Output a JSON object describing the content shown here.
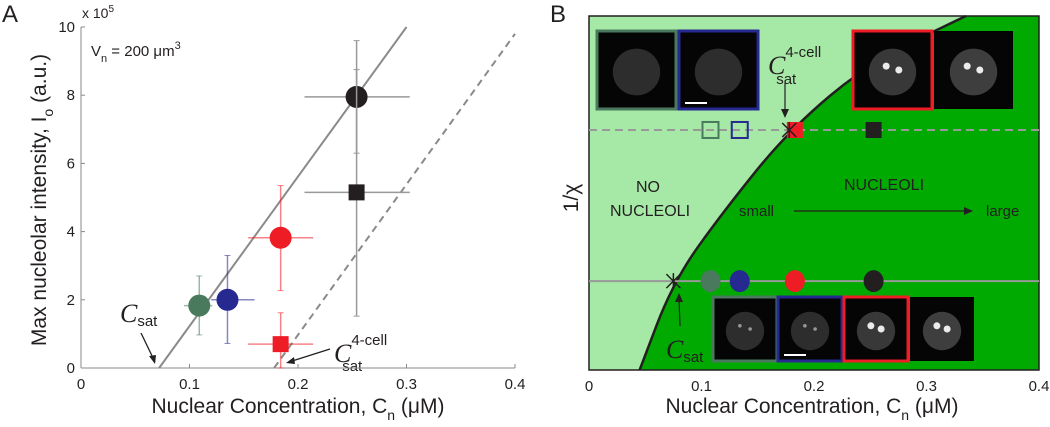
{
  "chart_data": [
    {
      "type": "scatter",
      "panel_label": "A",
      "xlabel": "Nuclear Concentration, C",
      "xlabel_sub": "n",
      "xlabel_unit": " (μM)",
      "ylabel": "Max nucleolar intensity, I",
      "ylabel_sub": "o",
      "ylabel_unit": " (a.u.)",
      "y_multiplier": "x 10",
      "y_multiplier_exp": "5",
      "xlim": [
        0,
        0.4
      ],
      "ylim": [
        0,
        10
      ],
      "xticks": [
        "0",
        "0.1",
        "0.2",
        "0.3",
        "0.4"
      ],
      "yticks": [
        "0",
        "2",
        "4",
        "6",
        "8",
        "10"
      ],
      "annotation_volume": "V",
      "annotation_volume_sub": "n",
      "annotation_volume_val": " = 200 μm",
      "annotation_volume_exp": "3",
      "csat_label": "C",
      "csat_sub": "sat",
      "csat4_sup": "4-cell",
      "points": [
        {
          "shape": "circle",
          "color": "#4a7a5e",
          "x": 0.109,
          "y": 1.83,
          "xerr": [
            0.095,
            0.121
          ],
          "yerr": [
            0.97,
            2.7
          ]
        },
        {
          "shape": "circle",
          "color": "#252990",
          "x": 0.135,
          "y": 2.0,
          "xerr": [
            0.12,
            0.16
          ],
          "yerr": [
            0.72,
            3.3
          ]
        },
        {
          "shape": "circle",
          "color": "#ee1c24",
          "x": 0.184,
          "y": 3.82,
          "xerr": [
            0.154,
            0.214
          ],
          "yerr": [
            2.27,
            5.35
          ]
        },
        {
          "shape": "circle",
          "color": "#231f20",
          "x": 0.254,
          "y": 7.95,
          "xerr": [
            0.206,
            0.303
          ],
          "yerr": [
            6.3,
            9.6
          ]
        },
        {
          "shape": "square",
          "color": "#231f20",
          "x": 0.254,
          "y": 5.15,
          "xerr": [
            0.206,
            0.303
          ],
          "yerr": [
            1.52,
            8.75
          ]
        },
        {
          "shape": "square",
          "color": "#ee1c24",
          "x": 0.184,
          "y": 0.7,
          "xerr": [
            0.154,
            0.214
          ],
          "yerr": [
            0,
            1.62
          ]
        }
      ],
      "fit_lines": [
        {
          "style": "solid",
          "from": [
            0.072,
            0
          ],
          "to": [
            0.3,
            10
          ]
        },
        {
          "style": "dashed",
          "from": [
            0.178,
            0
          ],
          "to": [
            0.4,
            9.8
          ]
        }
      ]
    },
    {
      "type": "phase-diagram",
      "panel_label": "B",
      "xlabel": "Nuclear Concentration, C",
      "xlabel_sub": "n",
      "xlabel_unit": " (μM)",
      "ylabel": "1/χ",
      "xlim": [
        0,
        0.4
      ],
      "ylim": [
        0,
        1
      ],
      "xticks": [
        "0",
        "0.1",
        "0.2",
        "0.3",
        "0.4"
      ],
      "colors": {
        "no_nucleoli": "#a6e8a6",
        "nucleoli": "#00aa00"
      },
      "boundary": [
        [
          0.045,
          0
        ],
        [
          0.075,
          0.251
        ],
        [
          0.12,
          0.45
        ],
        [
          0.178,
          0.678
        ],
        [
          0.25,
          0.87
        ],
        [
          0.335,
          1
        ]
      ],
      "region_no_nucleoli": [
        "NO",
        "NUCLEOLI"
      ],
      "region_nucleoli": "NUCLEOLI",
      "size_small": "small",
      "size_large": "large",
      "dashed_level": 0.678,
      "solid_level": 0.251,
      "squares": [
        {
          "x": 0.108,
          "color": "#4a7a5e",
          "filled": false
        },
        {
          "x": 0.134,
          "color": "#252990",
          "filled": false
        },
        {
          "x": 0.183,
          "color": "#ee1c24",
          "filled": true
        },
        {
          "x": 0.253,
          "color": "#231f20",
          "filled": true
        }
      ],
      "circles": [
        {
          "x": 0.108,
          "color": "#4a7a5e"
        },
        {
          "x": 0.134,
          "color": "#252990"
        },
        {
          "x": 0.183,
          "color": "#ee1c24"
        },
        {
          "x": 0.253,
          "color": "#231f20"
        }
      ],
      "csat_label": "C",
      "csat_sub": "sat",
      "csat4_sup": "4-cell",
      "micrographs_top": [
        {
          "frame": "#4a7a5e",
          "spots": 0
        },
        {
          "frame": "#252990",
          "spots": 0,
          "scale_bar": true
        },
        {
          "frame": "#ee1c24",
          "spots": 2
        },
        {
          "frame": "none",
          "spots": 2
        }
      ],
      "micrographs_bottom": [
        {
          "frame": "#4a7a5e",
          "spots": 2
        },
        {
          "frame": "#252990",
          "spots": 2,
          "scale_bar": true
        },
        {
          "frame": "#ee1c24",
          "spots": 2
        },
        {
          "frame": "none",
          "spots": 2
        }
      ]
    }
  ]
}
